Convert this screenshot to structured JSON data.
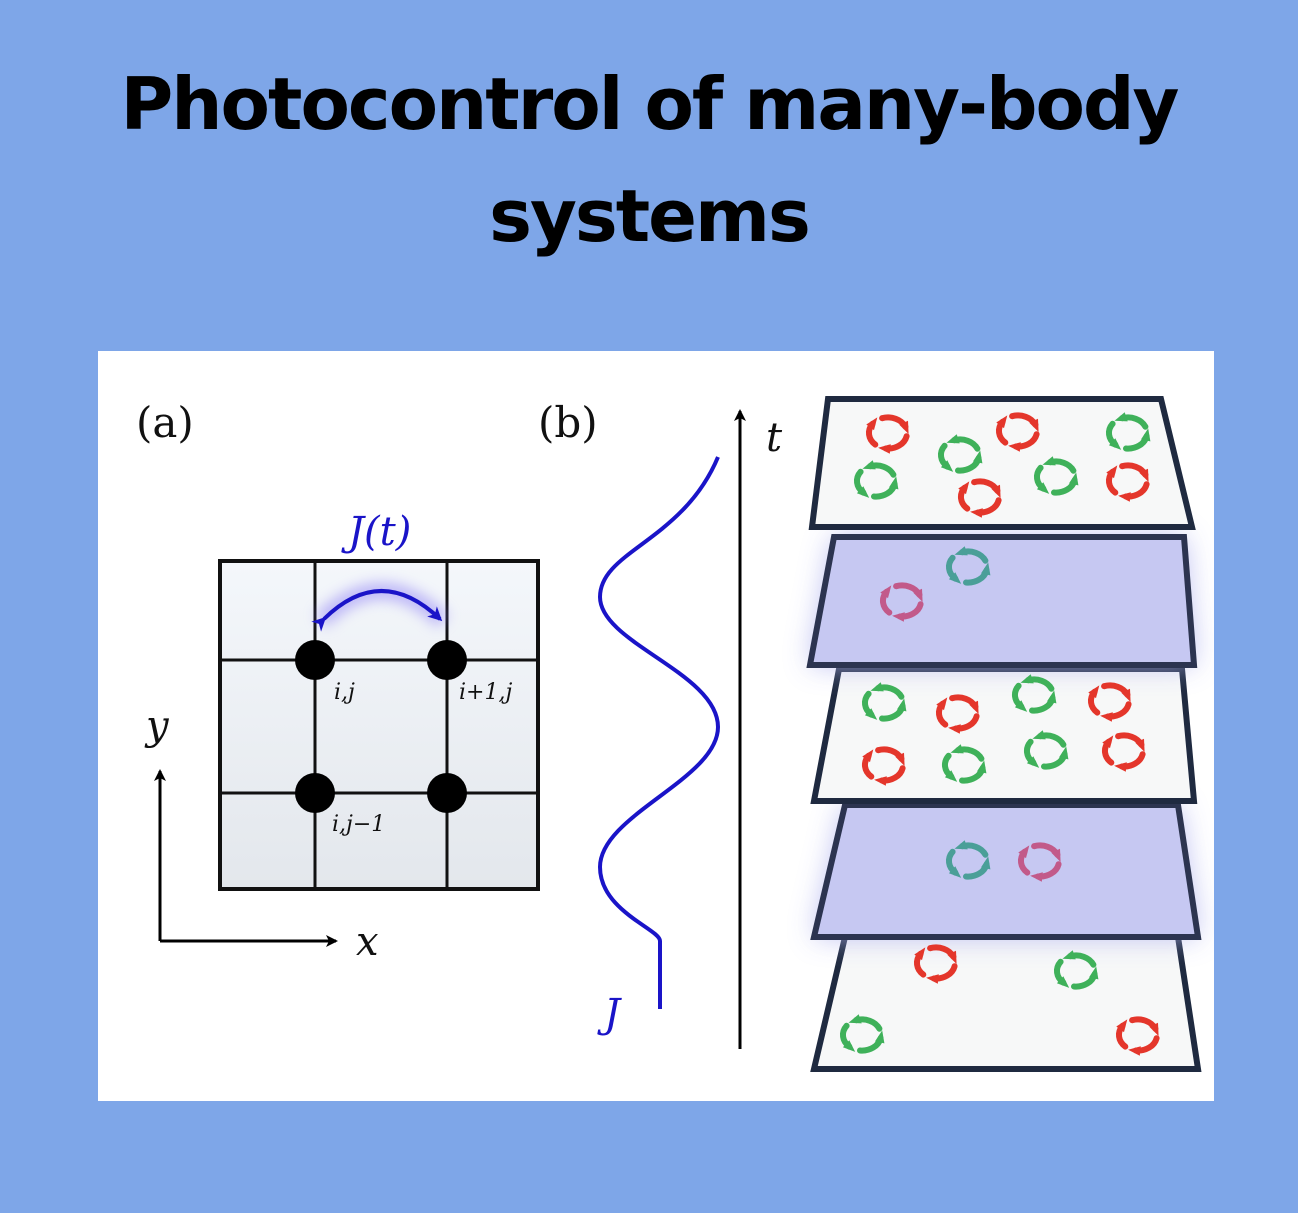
{
  "title": {
    "line1": "Photocontrol of many-body",
    "line2": "systems"
  },
  "panel_a": {
    "label": "(a)",
    "coupling_label": "J(t)",
    "site_labels": [
      "i,j",
      "i+1,j",
      "i,j−1"
    ],
    "axis_x": "x",
    "axis_y": "y"
  },
  "panel_b": {
    "label": "(b)",
    "time_axis": "t",
    "curve_label": "J"
  },
  "colors": {
    "background": "#7ea6e8",
    "coupling_blue": "#1a14c8",
    "vortex_red": "#e4362b",
    "vortex_green": "#3fb15a",
    "layer_lit": "#c6c8f2"
  }
}
